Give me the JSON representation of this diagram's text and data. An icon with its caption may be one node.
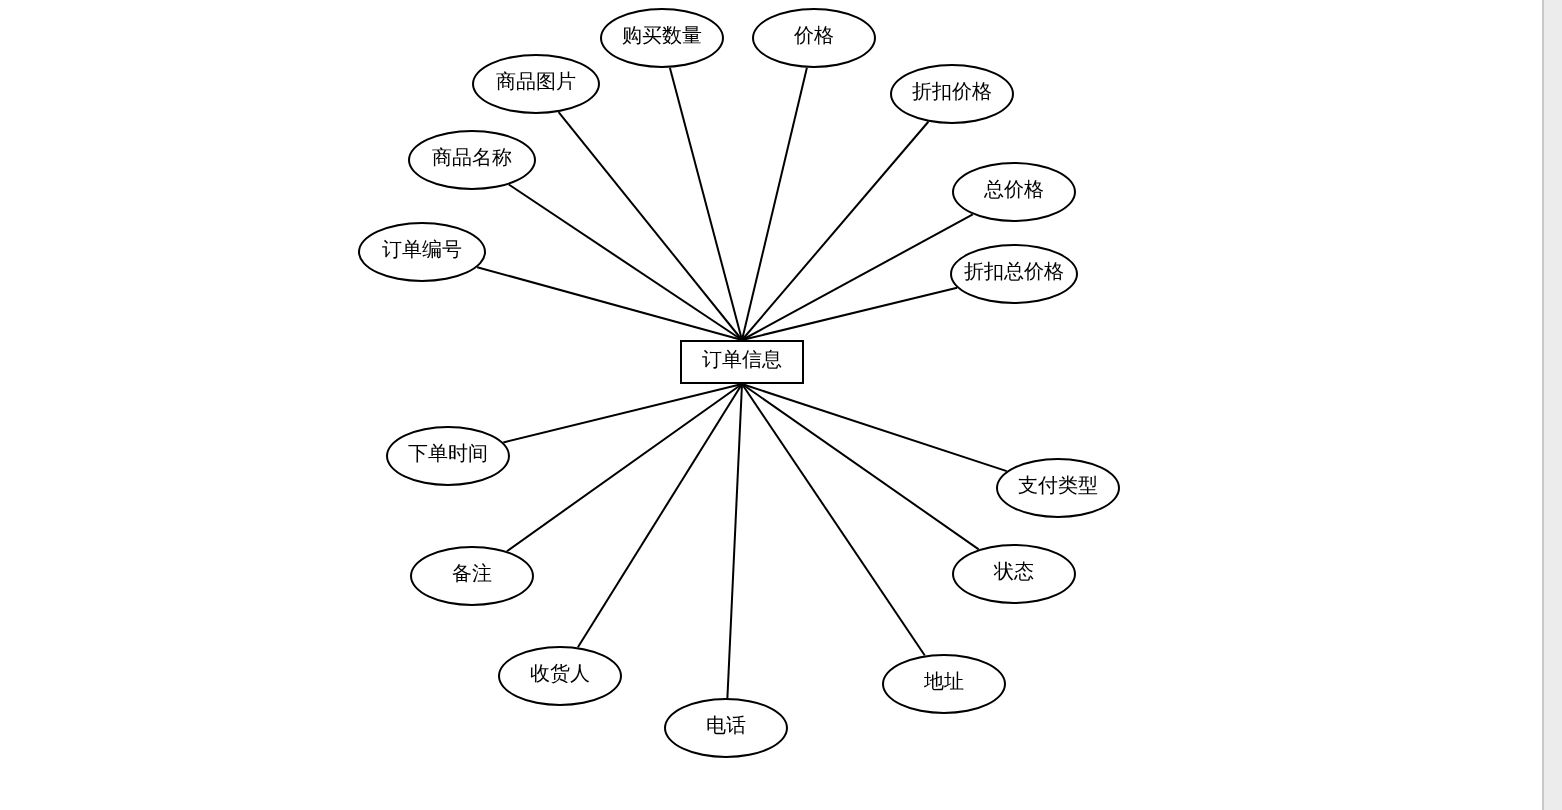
{
  "diagram": {
    "nodes": [
      {
        "text": [
          "订单信息"
        ]
      },
      {
        "text": [
          "订单编号"
        ]
      },
      {
        "text": [
          "商品名称"
        ]
      },
      {
        "text": [
          "商品图片"
        ]
      },
      {
        "text": [
          "购买数量"
        ]
      },
      {
        "text": [
          "价格"
        ]
      },
      {
        "text": [
          "折扣价格"
        ]
      },
      {
        "text": [
          "总价格"
        ]
      },
      {
        "text": [
          "折扣总价格"
        ]
      },
      {
        "text": [
          "下单时间"
        ]
      },
      {
        "text": [
          "支付类型"
        ]
      },
      {
        "text": [
          "备注"
        ]
      },
      {
        "text": [
          "状态"
        ]
      },
      {
        "text": [
          "收货人"
        ]
      },
      {
        "text": [
          "电话"
        ]
      },
      {
        "text": [
          "地址"
        ]
      }
    ],
    "edges": [
      {
        "from": 0,
        "to": 1,
        "arrow": "none"
      },
      {
        "from": 0,
        "to": 2,
        "arrow": "none"
      },
      {
        "from": 0,
        "to": 3,
        "arrow": "none"
      },
      {
        "from": 0,
        "to": 4,
        "arrow": "none"
      },
      {
        "from": 0,
        "to": 5,
        "arrow": "none"
      },
      {
        "from": 0,
        "to": 6,
        "arrow": "none"
      },
      {
        "from": 0,
        "to": 7,
        "arrow": "none"
      },
      {
        "from": 0,
        "to": 8,
        "arrow": "none"
      },
      {
        "from": 0,
        "to": 9,
        "arrow": "none"
      },
      {
        "from": 0,
        "to": 10,
        "arrow": "none"
      },
      {
        "from": 0,
        "to": 11,
        "arrow": "none"
      },
      {
        "from": 0,
        "to": 12,
        "arrow": "none"
      },
      {
        "from": 0,
        "to": 13,
        "arrow": "none"
      },
      {
        "from": 0,
        "to": 14,
        "arrow": "none"
      },
      {
        "from": 0,
        "to": 15,
        "arrow": "none"
      }
    ]
  }
}
